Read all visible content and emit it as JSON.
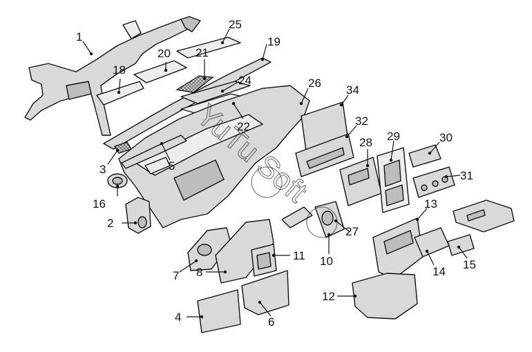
{
  "callouts": [
    {
      "id": "1",
      "label": "1"
    },
    {
      "id": "2",
      "label": "2"
    },
    {
      "id": "3",
      "label": "3"
    },
    {
      "id": "4",
      "label": "4"
    },
    {
      "id": "5",
      "label": "5"
    },
    {
      "id": "6",
      "label": "6"
    },
    {
      "id": "7",
      "label": "7"
    },
    {
      "id": "8",
      "label": "8"
    },
    {
      "id": "10",
      "label": "10"
    },
    {
      "id": "11",
      "label": "11"
    },
    {
      "id": "12",
      "label": "12"
    },
    {
      "id": "13",
      "label": "13"
    },
    {
      "id": "14",
      "label": "14"
    },
    {
      "id": "15",
      "label": "15"
    },
    {
      "id": "16",
      "label": "16"
    },
    {
      "id": "18",
      "label": "18"
    },
    {
      "id": "19",
      "label": "19"
    },
    {
      "id": "20",
      "label": "20"
    },
    {
      "id": "21",
      "label": "21"
    },
    {
      "id": "22",
      "label": "22"
    },
    {
      "id": "24",
      "label": "24"
    },
    {
      "id": "25",
      "label": "25"
    },
    {
      "id": "26",
      "label": "26"
    },
    {
      "id": "27",
      "label": "27"
    },
    {
      "id": "28",
      "label": "28"
    },
    {
      "id": "29",
      "label": "29"
    },
    {
      "id": "30",
      "label": "30"
    },
    {
      "id": "31",
      "label": "31"
    },
    {
      "id": "32",
      "label": "32"
    },
    {
      "id": "34",
      "label": "34"
    }
  ],
  "watermark": {
    "text": "YuTu Soft"
  }
}
